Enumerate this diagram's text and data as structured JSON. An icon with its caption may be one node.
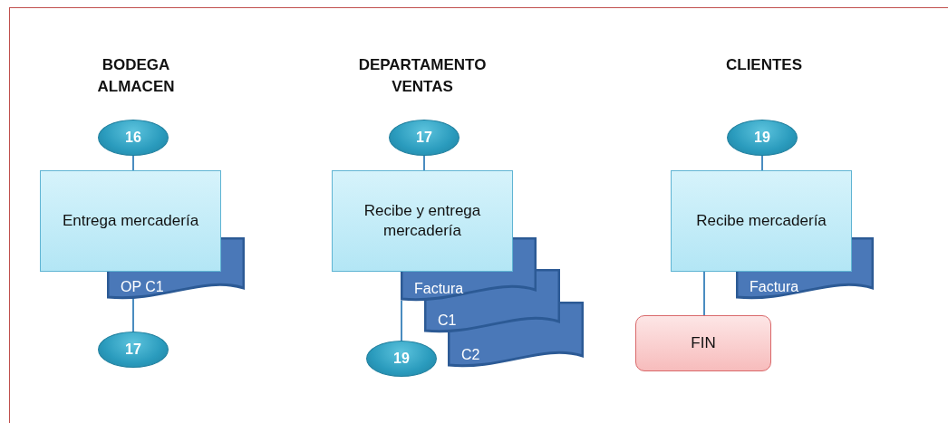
{
  "diagram": {
    "nodes": [
      {
        "text": [
          "16"
        ]
      },
      {
        "text": [
          "Entrega mercadería"
        ]
      },
      {
        "text": [
          "OP C1"
        ]
      },
      {
        "text": [
          "17"
        ]
      },
      {
        "text": [
          "17"
        ]
      },
      {
        "text": [
          "Recibe y entrega mercadería"
        ]
      },
      {
        "text": [
          "Factura"
        ]
      },
      {
        "text": [
          "C1"
        ]
      },
      {
        "text": [
          "C2"
        ]
      },
      {
        "text": [
          "19"
        ]
      },
      {
        "text": [
          "19"
        ]
      },
      {
        "text": [
          "Recibe mercadería"
        ]
      },
      {
        "text": [
          "Factura"
        ]
      },
      {
        "text": [
          "FIN"
        ]
      }
    ],
    "edges": [
      {
        "from": 0,
        "to": 1,
        "arrow": "none"
      },
      {
        "from": 2,
        "to": 3,
        "arrow": "none"
      },
      {
        "from": 4,
        "to": 5,
        "arrow": "none"
      },
      {
        "from": 6,
        "to": 9,
        "arrow": "none"
      },
      {
        "from": 10,
        "to": 11,
        "arrow": "none"
      },
      {
        "from": 11,
        "to": 13,
        "arrow": "none"
      }
    ],
    "labels": [
      "BODEGA ALMACEN",
      "DEPARTAMENTO VENTAS",
      "CLIENTES"
    ]
  }
}
